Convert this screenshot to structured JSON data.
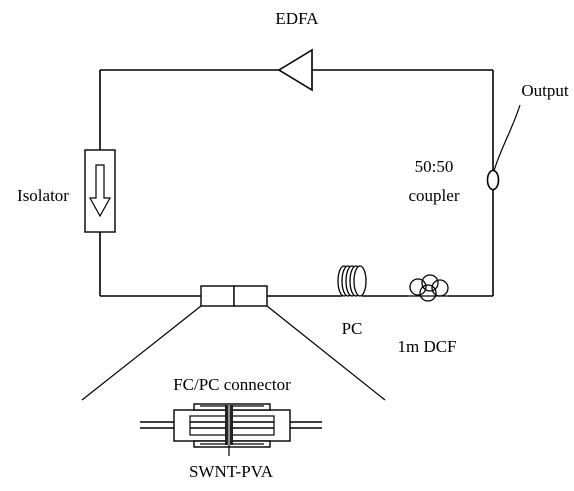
{
  "diagram": {
    "labels": {
      "edfa": "EDFA",
      "output": "Output",
      "coupler_ratio": "50:50",
      "coupler": "coupler",
      "isolator": "Isolator",
      "pc": "PC",
      "dcf": "1m DCF",
      "connector": "FC/PC connector",
      "absorber": "SWNT-PVA"
    }
  }
}
